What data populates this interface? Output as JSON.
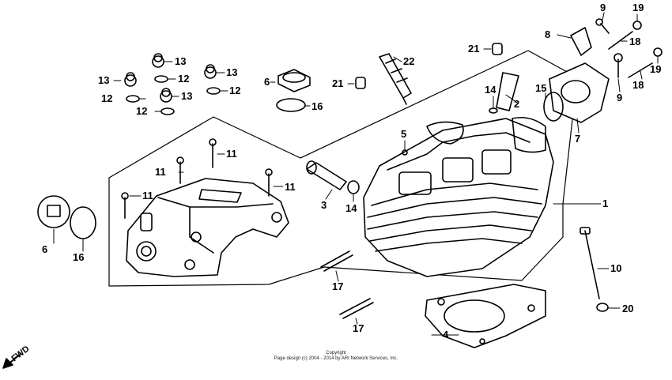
{
  "copyright": {
    "line1": "Copyright",
    "line2": "Page design (c) 2004 - 2014 by ARI Network Services, Inc."
  },
  "direction_label": "FWD",
  "parts": {
    "p1": "1",
    "p2": "2",
    "p3": "3",
    "p4": "4",
    "p5": "5",
    "p6a": "6",
    "p6b": "6",
    "p7": "7",
    "p8": "8",
    "p9a": "9",
    "p9b": "9",
    "p10": "10",
    "p11a": "11",
    "p11b": "11",
    "p11c": "11",
    "p11d": "11",
    "p12a": "12",
    "p12b": "12",
    "p12c": "12",
    "p12d": "12",
    "p13a": "13",
    "p13b": "13",
    "p13c": "13",
    "p13d": "13",
    "p14a": "14",
    "p14b": "14",
    "p15": "15",
    "p16a": "16",
    "p16b": "16",
    "p17a": "17",
    "p17b": "17",
    "p18a": "18",
    "p18b": "18",
    "p19a": "19",
    "p19b": "19",
    "p20": "20",
    "p21a": "21",
    "p21b": "21",
    "p22": "22"
  }
}
